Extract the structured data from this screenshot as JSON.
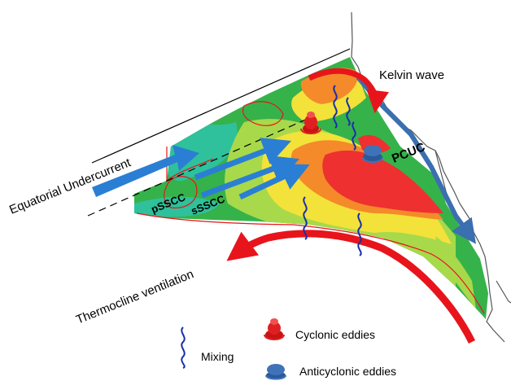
{
  "labels": {
    "equatorial_undercurrent": "Equatorial Undercurrent",
    "kelvin_wave": "Kelvin wave",
    "pcuc": "PCUC",
    "psscc": "pSSCC",
    "ssscc": "sSSCC",
    "thermocline_ventilation": "Thermocline ventilation"
  },
  "legend": {
    "mixing": "Mixing",
    "cyclonic": "Cyclonic eddies",
    "anticyclonic": "Anticyclonic eddies"
  },
  "colors": {
    "warm_arrow": "#e8141b",
    "cool_arrow": "#2a7fd4",
    "pcuc_arrow": "#3a6fb0",
    "mixing_squiggle": "#1a2fa8",
    "cyclonic_eddy": "#e02020",
    "anticyclonic_eddy": "#3f72b8",
    "coast": "#555555",
    "field_red": "#ee3030",
    "field_orange": "#f48a2a",
    "field_yellow": "#f3e23a",
    "field_lightgreen": "#a8d94a",
    "field_green": "#36b24a",
    "field_cyan": "#2ec19b"
  }
}
